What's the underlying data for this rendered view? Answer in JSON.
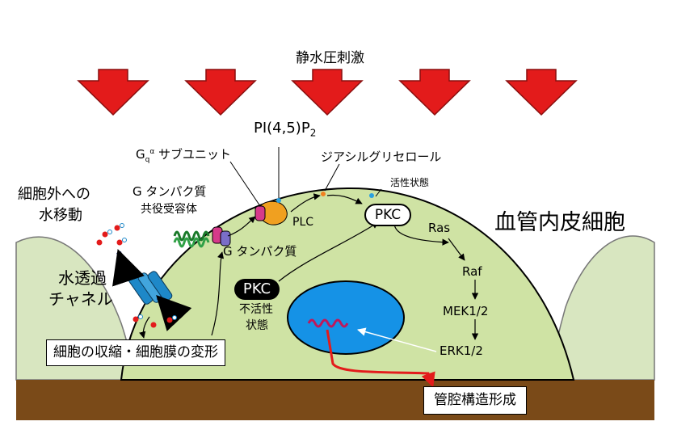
{
  "title": "静水圧刺激",
  "labels": {
    "cell": "血管内皮細胞",
    "water_out": "細胞外への",
    "water_out2": "水移動",
    "channel1": "水透過",
    "channel2": "チャネル",
    "gq_main": "G",
    "gq_sub": "q",
    "gq_sup": "α",
    "gq_rest": " サブユニット",
    "gpcr1": "G タンパク質",
    "gpcr2": "共役受容体",
    "gprotein": "G タンパク質",
    "pip2_main": "PI(4,5)P",
    "pip2_sub": "2",
    "plc": "PLC",
    "dag": "ジアシルグリセロール",
    "active_state": "活性状態",
    "pkc_active": "PKC",
    "pkc_inactive": "PKC",
    "inactive1": "不活性",
    "inactive2": "状態",
    "ras": "Ras",
    "raf": "Raf",
    "mek": "MEK1/2",
    "erk": "ERK1/2",
    "contraction": "細胞の収縮・細胞膜の変形",
    "tube": "管腔構造形成"
  },
  "colors": {
    "arrow_red": "#e31b1b",
    "cell_green": "#cfe3a4",
    "nucleus_blue": "#1592e6",
    "ground_brown": "#7a4a18",
    "channel_blue": "#1e88c8",
    "water_arrow_navy": "#1c2a7a"
  }
}
